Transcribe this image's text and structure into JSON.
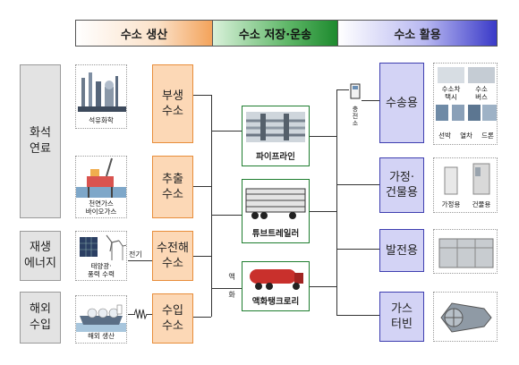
{
  "bands": {
    "production": "수소 생산",
    "storage": "수소 저장·운송",
    "utilization": "수소 활용"
  },
  "sources": [
    {
      "label": "화석\n연료"
    },
    {
      "label": "재생\n에너지"
    },
    {
      "label": "해외\n수입"
    }
  ],
  "source_pictures": [
    {
      "caption": "석유화학"
    },
    {
      "caption": "천연가스\n바이오가스"
    },
    {
      "caption": "태양광·\n풍력 수력"
    },
    {
      "caption": "해외 생산"
    }
  ],
  "production": [
    "부생\n수소",
    "추출\n수소",
    "수전해\n수소",
    "수입\n수소"
  ],
  "electricity_label": "전기",
  "storage": [
    "파이프라인",
    "튜브트레일러",
    "액화탱크로리"
  ],
  "liquefaction_label": "액\n화",
  "station_label": "충전소",
  "utilization": [
    "수송용",
    "가정·\n건물용",
    "발전용",
    "가스\n터빈"
  ],
  "transport_captions": [
    "수소차\n택시",
    "수소\n버스",
    "선박",
    "열차",
    "드론"
  ],
  "building_captions": [
    "가정용",
    "건물용"
  ],
  "colors": {
    "production_fill": "#fcd8b6",
    "production_border": "#e88d3a",
    "storage_border": "#1e7d2e",
    "use_fill": "#d3d3f5",
    "use_border": "#3e3eb0"
  }
}
